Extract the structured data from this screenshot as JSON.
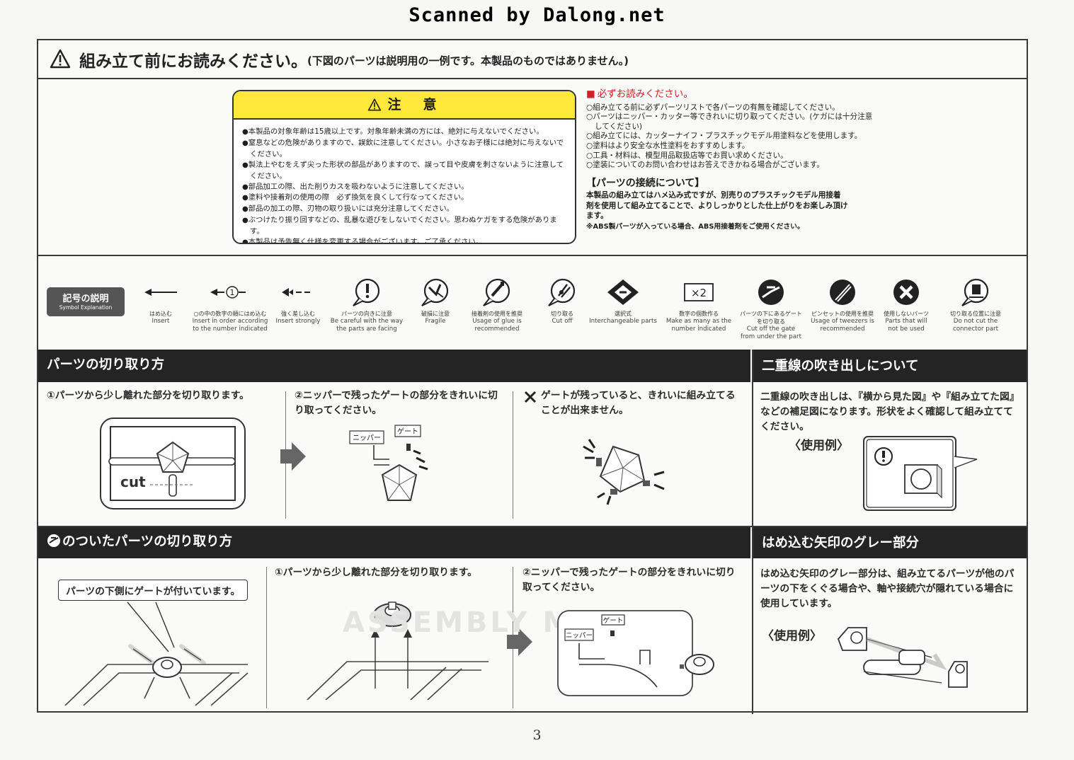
{
  "watermark": "Scanned by Dalong.net",
  "header": {
    "title": "組み立て前にお読みください。",
    "note": "(下図のパーツは説明用の一例です。本製品のものではありません。)"
  },
  "caution": {
    "title": "注　意",
    "items": [
      "本製品の対象年齢は15歳以上です。対象年齢未満の方には、絶対に与えないでください。",
      "窒息などの危険がありますので、誤飲に注意してください。小さなお子様には絶対に与えないでください。",
      "製法上やむをえず尖った形状の部品がありますので、誤って目や皮膚を刺さないように注意してください。",
      "部品加工の際、出た削りカスを吸わないように注意してください。",
      "塗料や接着剤の使用の際　必ず換気を良くして行なってください。",
      "部品の加工の際、刃物の取り扱いには充分注意してください。",
      "ぶつけたり振り回すなどの、乱暴な遊びをしないでください。思わぬケガをする危険があります。",
      "本製品は予告無く仕様を変更する場合がございます。ご了承ください。"
    ]
  },
  "readme": {
    "heading": "必ずお読みください。",
    "items": [
      "組み立てる前に必ずパーツリストで各パーツの有無を確認してください。",
      "パーツはニッパー・カッター等できれいに切り取ってください。(ケガには十分注意してください)",
      "組み立てには、カッターナイフ・プラスチックモデル用塗料などを使用します。",
      "塗料はより安全な水性塗料をおすすめします。",
      "工具・材料は、模型用品取扱店等でお買い求めください。",
      "塗装についてのお問い合わせはお答えできかねる場合がございます。"
    ],
    "connection_title": "【パーツの接続について】",
    "connection_body": "本製品の組み立てはハメ込み式ですが、別売りのプラスチックモデル用接着剤を使用して組み立てることで、よりしっかりとした仕上がりをお楽しみ頂けます。",
    "connection_note": "※ABS製パーツが入っている場合、ABS用接着剤をご使用ください。"
  },
  "symbols": {
    "badge_jp": "記号の説明",
    "badge_en": "Symbol Explanation",
    "number_label": "1",
    "x2_label": "×2",
    "items": [
      {
        "jp": "はめ込む",
        "en": "Insert"
      },
      {
        "jp": "○の中の数字の順にはめ込む",
        "en": "Insert in order according to the number indicated"
      },
      {
        "jp": "強く差し込む",
        "en": "Insert strongly"
      },
      {
        "jp": "パーツの向きに注意",
        "en": "Be careful with the way the parts are facing"
      },
      {
        "jp": "破損に注意",
        "en": "Fragile"
      },
      {
        "jp": "接着剤の使用を推奨",
        "en": "Usage of glue is recommended"
      },
      {
        "jp": "切り取る",
        "en": "Cut off"
      },
      {
        "jp": "選択式",
        "en": "Interchangeable parts"
      },
      {
        "jp": "数字の個数作る",
        "en": "Make as many as the number indicated"
      },
      {
        "jp": "パーツの下にあるゲートを切り取る",
        "en": "Cut off the gate from under the part"
      },
      {
        "jp": "ピンセットの使用を推奨",
        "en": "Usage of tweezers is recommended"
      },
      {
        "jp": "使用しないパーツ",
        "en": "Parts that will not be used"
      },
      {
        "jp": "切り取る位置に注意",
        "en": "Do not cut the connector part"
      }
    ]
  },
  "cutting": {
    "bar": "パーツの切り取り方",
    "step1": "①パーツから少し離れた部分を切り取ります。",
    "step2": "②ニッパーで残ったゲートの部分をきれいに切り取ってください。",
    "warning": "ゲートが残っていると、きれいに組み立てることが出来ません。",
    "cut_label": "cut",
    "nipper_label": "ニッパー",
    "gate_label": "ゲート"
  },
  "double_line": {
    "bar": "二重線の吹き出しについて",
    "text": "二重線の吹き出しは、『横から見た図』や『組み立てた図』などの補足図になります。形状をよく確認して組み立ててください。",
    "example": "〈使用例〉"
  },
  "gate_parts": {
    "bar": "のついたパーツの切り取り方",
    "callout": "パーツの下側にゲートが付いています。",
    "step1": "①パーツから少し離れた部分を切り取ります。",
    "step2": "②ニッパーで残ったゲートの部分をきれいに切り取ってください。",
    "nipper_label": "ニッパー",
    "gate_label": "ゲート",
    "background_text": "ASSEMBLY MANUAL"
  },
  "gray_arrow": {
    "bar": "はめ込む矢印のグレー部分",
    "text": "はめ込む矢印のグレー部分は、組み立てるパーツが他のパーツの下をくぐる場合や、軸や接続穴が隠れている場合に使用しています。",
    "example": "〈使用例〉"
  },
  "page_number": "3"
}
